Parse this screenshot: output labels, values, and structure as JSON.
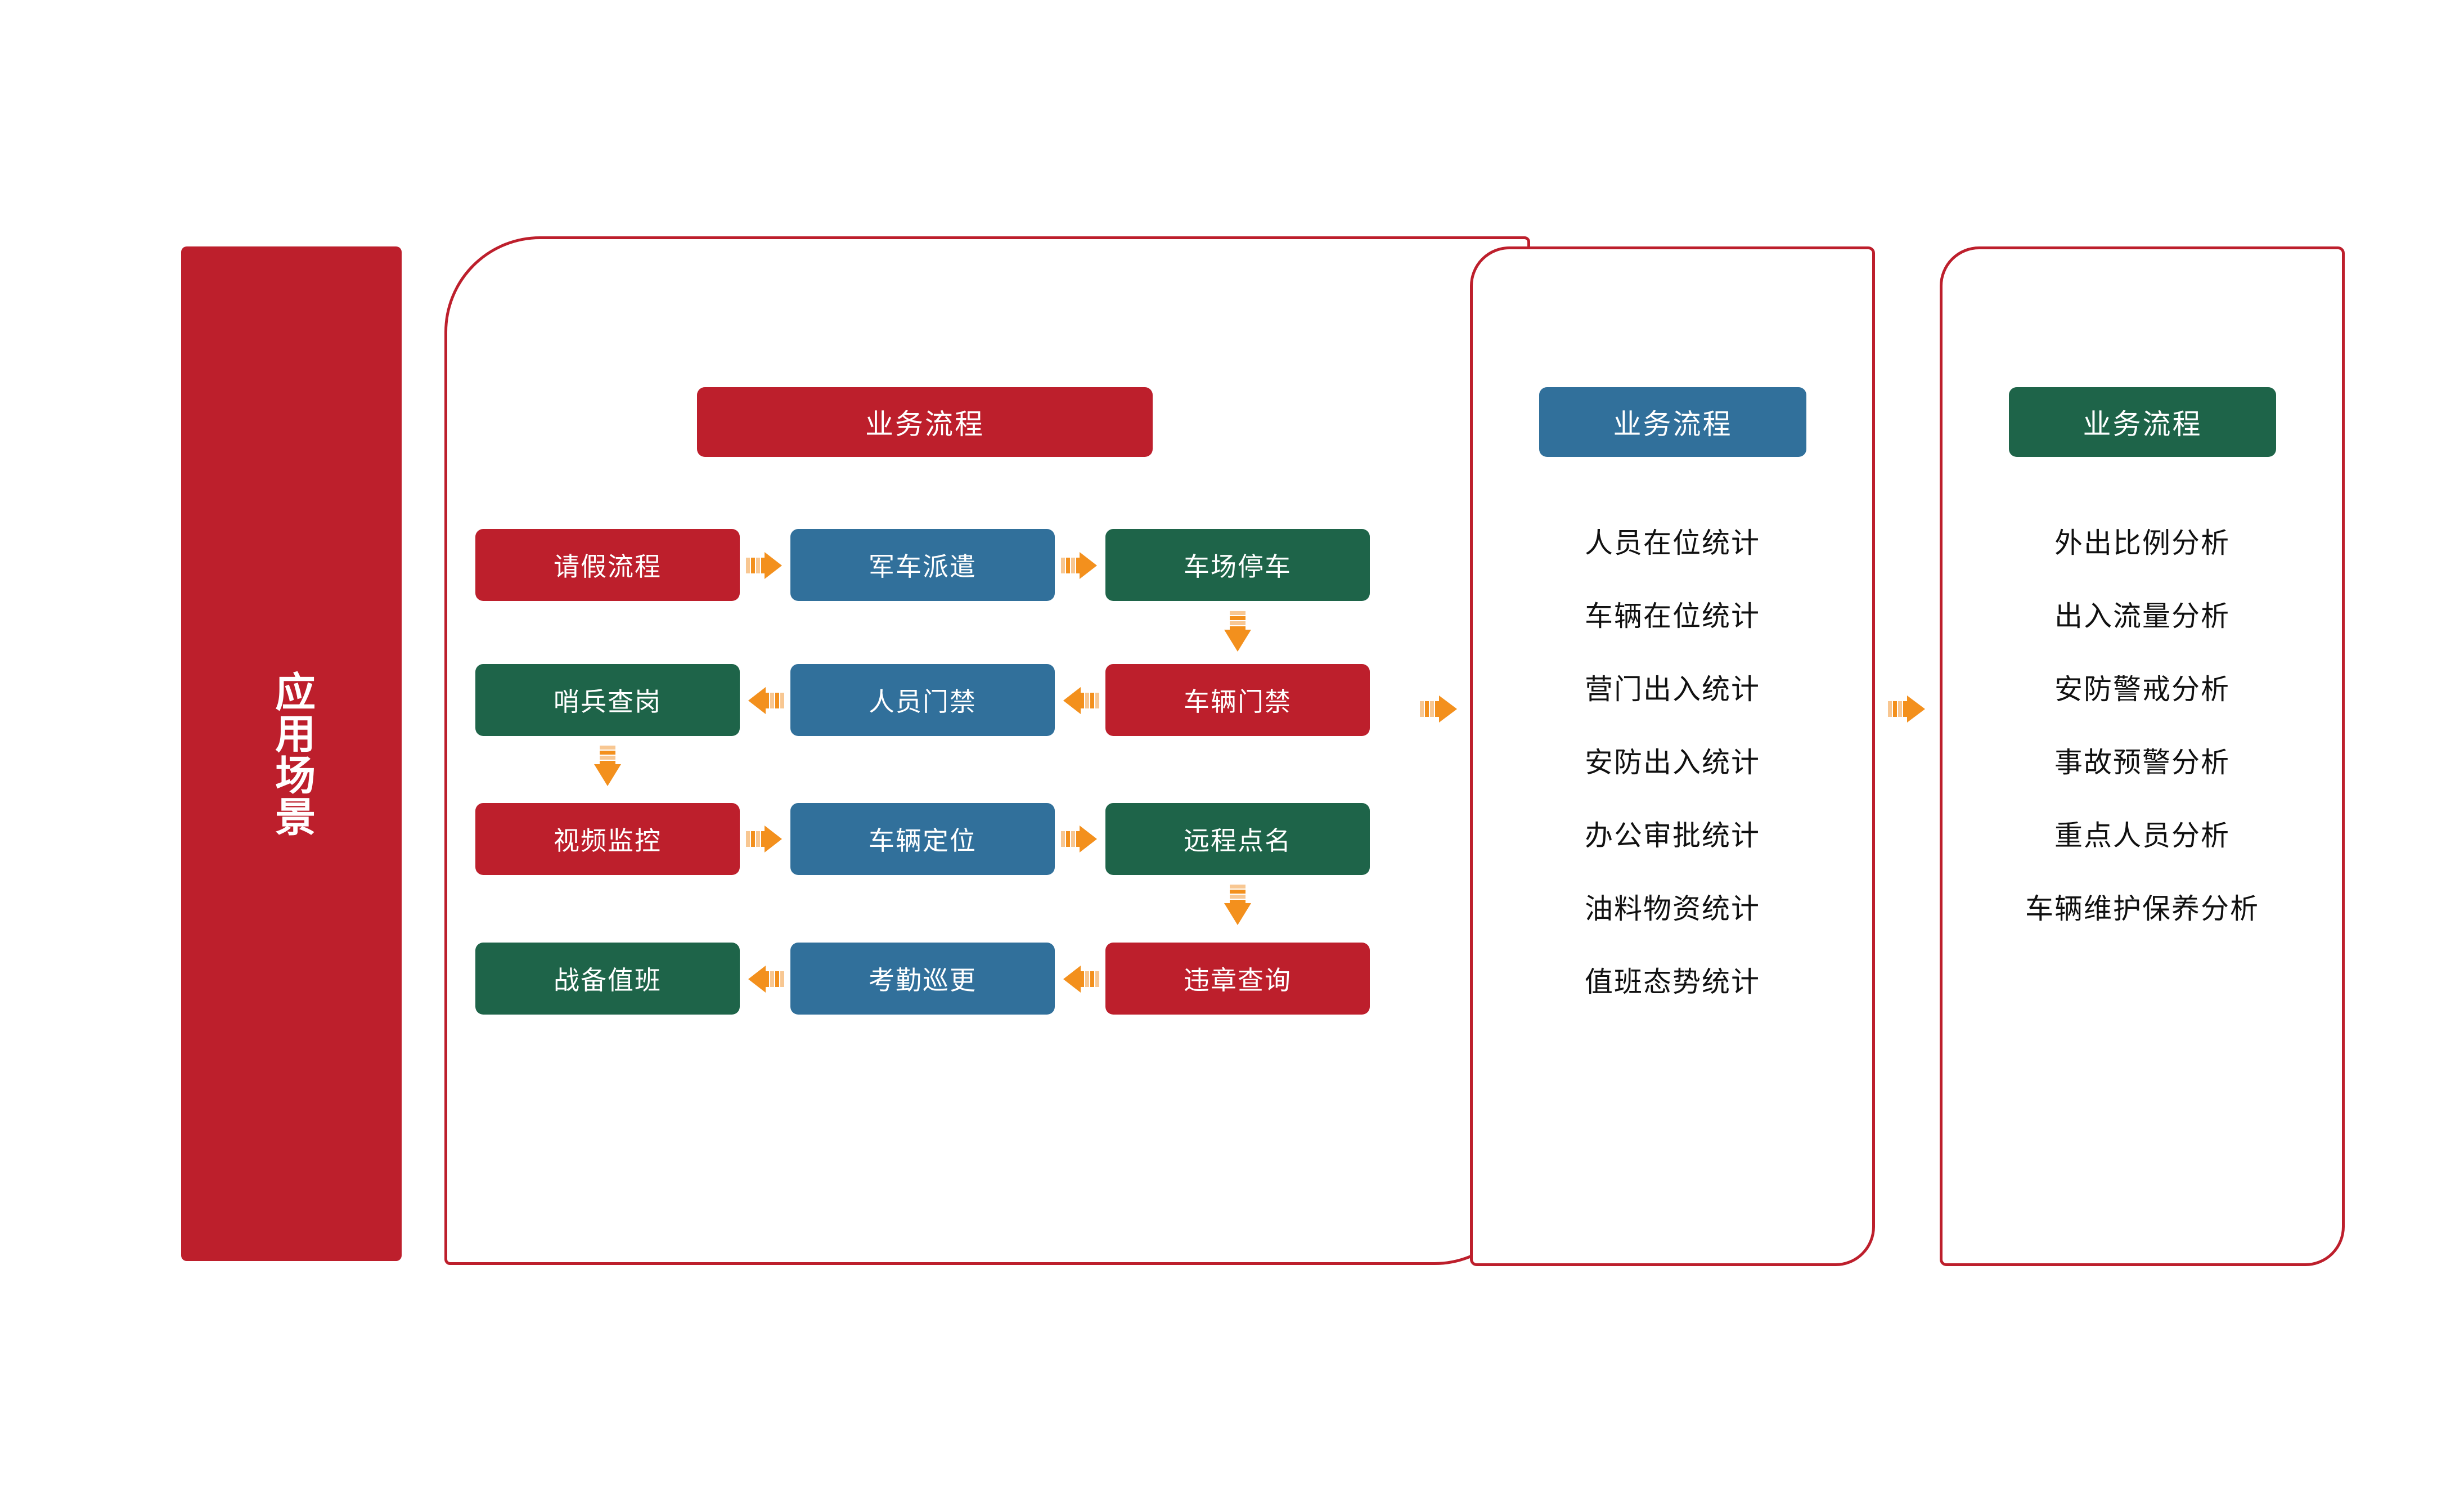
{
  "left_banner": {
    "label": "应用场景"
  },
  "colors": {
    "red": "#BD1F2C",
    "blue": "#31709B",
    "green": "#1E6449",
    "arrow_orange": "#F3901D",
    "arrow_orange_light": "#F8C792",
    "panel_border": "#BD1F2C",
    "text_dark": "#111111",
    "text_light": "#FFFFFF"
  },
  "flow_panel": {
    "title": "业务流程",
    "rows": [
      {
        "direction": "right",
        "nodes": [
          {
            "label": "请假流程",
            "color": "red"
          },
          {
            "label": "军车派遣",
            "color": "blue"
          },
          {
            "label": "车场停车",
            "color": "green"
          }
        ]
      },
      {
        "direction": "left",
        "nodes": [
          {
            "label": "哨兵查岗",
            "color": "green"
          },
          {
            "label": "人员门禁",
            "color": "blue"
          },
          {
            "label": "车辆门禁",
            "color": "red"
          }
        ]
      },
      {
        "direction": "right",
        "nodes": [
          {
            "label": "视频监控",
            "color": "red"
          },
          {
            "label": "车辆定位",
            "color": "blue"
          },
          {
            "label": "远程点名",
            "color": "green"
          }
        ]
      },
      {
        "direction": "left",
        "nodes": [
          {
            "label": "战备值班",
            "color": "green"
          },
          {
            "label": "考勤巡更",
            "color": "blue"
          },
          {
            "label": "违章查询",
            "color": "red"
          }
        ]
      }
    ]
  },
  "stats_panel": {
    "header": "业务流程",
    "items": [
      "人员在位统计",
      "车辆在位统计",
      "营门出入统计",
      "安防出入统计",
      "办公审批统计",
      "油料物资统计",
      "值班态势统计"
    ]
  },
  "analysis_panel": {
    "header": "业务流程",
    "items": [
      "外出比例分析",
      "出入流量分析",
      "安防警戒分析",
      "事故预警分析",
      "重点人员分析",
      "车辆维护保养分析"
    ]
  }
}
